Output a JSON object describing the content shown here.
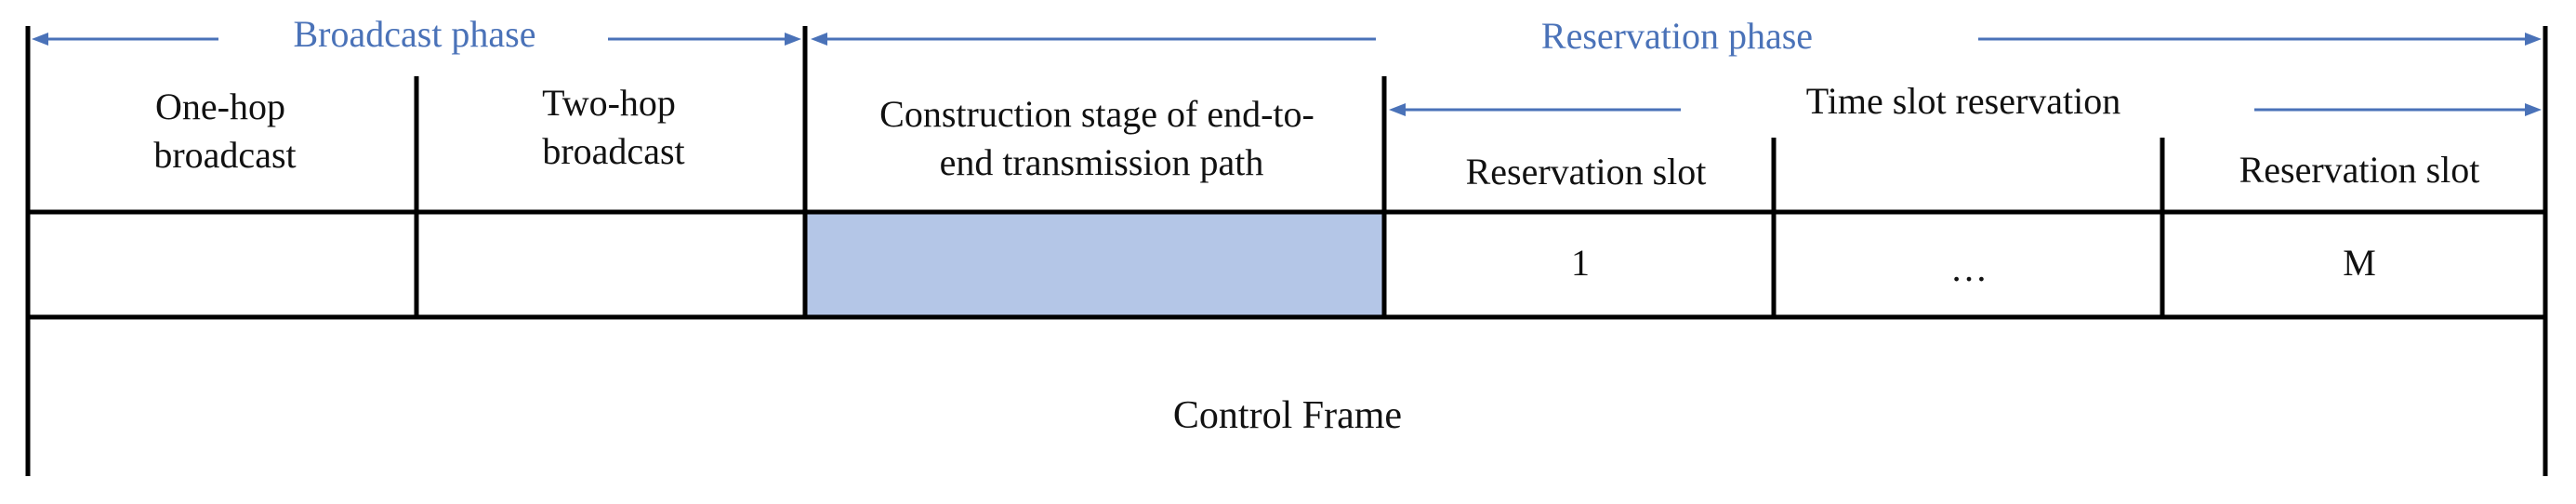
{
  "phases": {
    "broadcast": "Broadcast phase",
    "reservation": "Reservation phase",
    "time_slot_reservation": "Time slot reservation"
  },
  "columns": {
    "one_hop": [
      "One-hop",
      "broadcast"
    ],
    "two_hop": [
      "Two-hop",
      "broadcast"
    ],
    "construction": [
      "Construction stage of end-to-",
      "end transmission path"
    ],
    "reservation_slot_first": "Reservation slot",
    "reservation_slot_last": "Reservation slot"
  },
  "row_values": {
    "slot_first": "1",
    "slot_middle": "…",
    "slot_last": "M"
  },
  "footer": "Control Frame",
  "colors": {
    "phase_text": "#4a72b8",
    "arrow": "#4a72b8",
    "highlight_fill": "#b4c6e7",
    "line": "#000000"
  }
}
